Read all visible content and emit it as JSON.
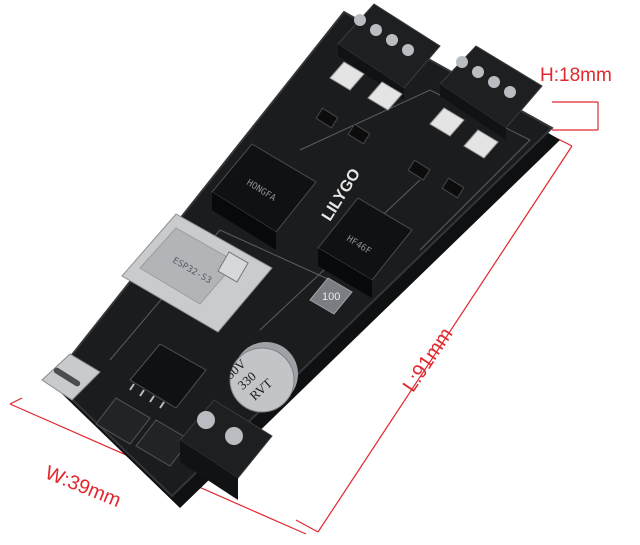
{
  "dimensions": {
    "height_label": "H:18mm",
    "length_label": "L:91mm",
    "width_label": "W:39mm",
    "color": "#e0282e"
  },
  "board": {
    "brand": "LILYGO",
    "capacitor": {
      "line1": "50V",
      "line2": "330",
      "line3": "RVT"
    },
    "inductor": "100",
    "relay_marks": [
      "HONGFA",
      "HF46F"
    ],
    "module_mark": "ESP32-S3",
    "colors": {
      "pcb": "#1b1c1e",
      "pcb_edge": "#2c2e31",
      "terminal": "#1e1f21",
      "metal": "#b9bcc0"
    }
  }
}
